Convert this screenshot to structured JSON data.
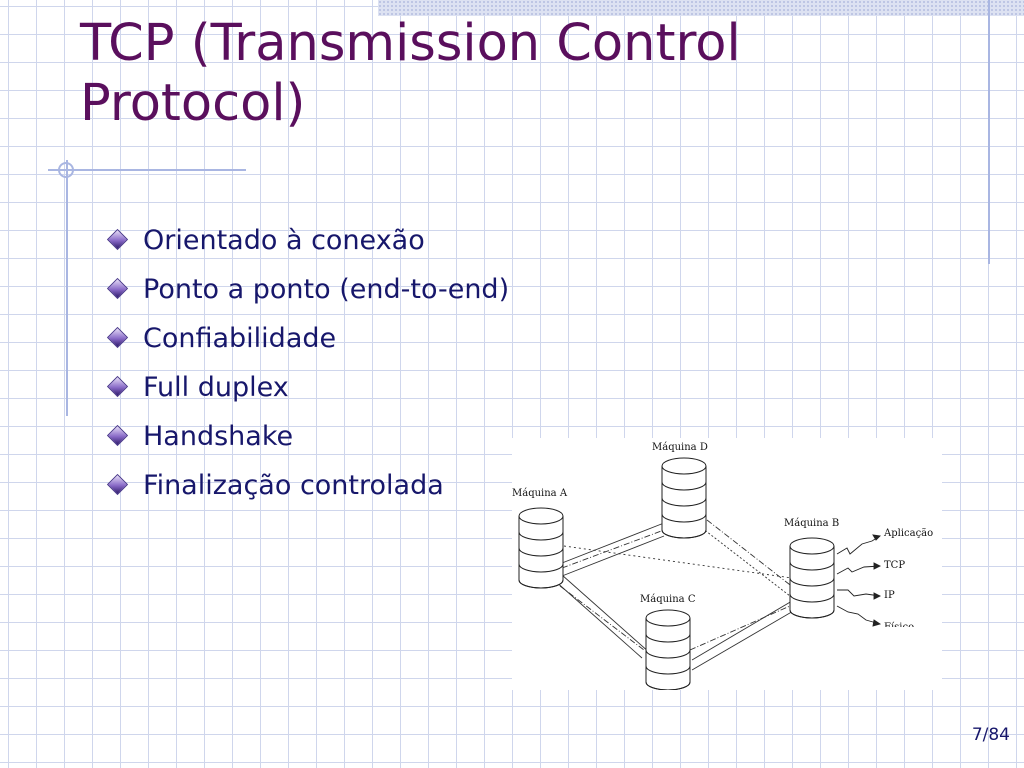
{
  "slide": {
    "title": "TCP (Transmission Control Protocol)",
    "bullets": [
      "Orientado à conexão",
      "Ponto a ponto (end-to-end)",
      "Confiabilidade",
      "Full duplex",
      "Handshake",
      "Finalização controlada"
    ],
    "page_number": "7/84"
  },
  "diagram": {
    "machines": [
      "Máquina A",
      "Máquina B",
      "Máquina C",
      "Máquina D"
    ],
    "layers": [
      "Aplicação",
      "TCP",
      "IP",
      "Físico"
    ]
  },
  "colors": {
    "title": "#5a0f5d",
    "text": "#17176b",
    "grid": "#cfd6ec",
    "accent_lines": "#a9b6e2"
  }
}
